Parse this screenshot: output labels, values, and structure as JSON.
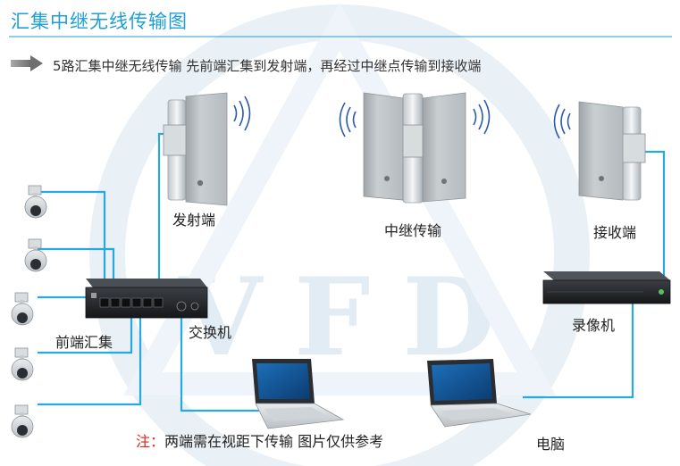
{
  "title": "汇集中继无线传输图",
  "subtitle": "5路汇集中继无线传输    先前端汇集到发射端，再经过中继点传输到接收端",
  "watermark": "VFD",
  "labels": {
    "transmitter": "发射端",
    "relay": "中继传输",
    "receiver": "接收端",
    "front_end": "前端汇集",
    "switch": "交换机",
    "nvr": "录像机",
    "computer": "电脑"
  },
  "note": {
    "prefix": "注：",
    "text": "两端需在视距下传输    图片仅供参考"
  },
  "colors": {
    "accent": "#1f9fd6",
    "cable": "#29a8e0",
    "note_red": "#e2231a"
  }
}
